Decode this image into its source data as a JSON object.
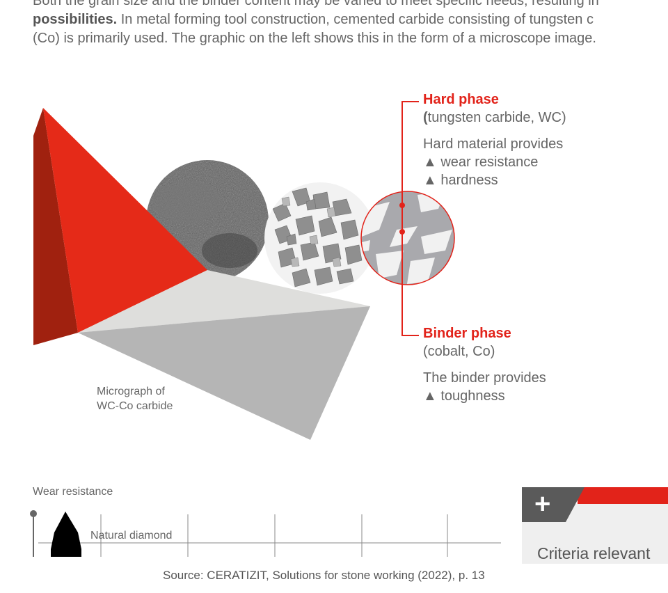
{
  "intro": {
    "line1": "Both the grain size and the binder content may be varied to meet specific needs, resulting in",
    "bold": "possibilities.",
    "line2_rest": " In metal forming tool construction, cemented carbide consisting of tungsten c",
    "line3": "(Co) is primarily used. The graphic on the left shows this in the form of a microscope image."
  },
  "hard_phase": {
    "title": "Hard phase",
    "subtitle_open": "(",
    "subtitle_rest": "tungsten carbide, WC)",
    "intro": "Hard material provides",
    "items": [
      "▲ wear resistance",
      "▲ hardness"
    ]
  },
  "binder_phase": {
    "title": "Binder phase",
    "subtitle": "(cobalt, Co)",
    "intro": "The binder provides",
    "items": [
      "▲ toughness"
    ]
  },
  "micrograph_caption": [
    "Micrograph of",
    "WC-Co carbide"
  ],
  "wear_chart": {
    "axis_title": "Wear resistance",
    "item_label": "Natural diamond"
  },
  "card": {
    "plus": "+",
    "text": "Criteria relevant"
  },
  "source": "Source: CERATIZIT, Solutions for stone working (2022), p. 13",
  "colors": {
    "accent": "#e2231a",
    "dark_red": "#a0210f",
    "gray": "#b5b5b5"
  }
}
